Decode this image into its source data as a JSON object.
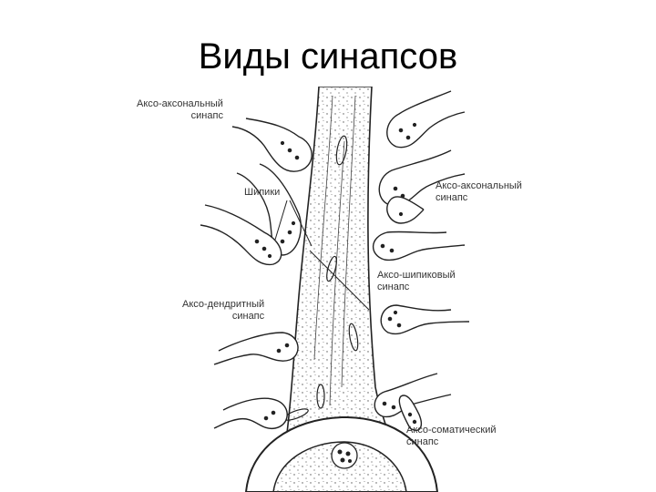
{
  "slide": {
    "title": "Виды синапсов"
  },
  "labels": {
    "axo_axonal_left": {
      "line1": "Аксо-аксональный",
      "line2": "синапс"
    },
    "axo_axonal_right": {
      "line1": "Аксо-аксональный",
      "line2": "синапс"
    },
    "spines": {
      "line1": "Шипики"
    },
    "axo_spine": {
      "line1": "Аксо-шипиковый",
      "line2": "синапс"
    },
    "axo_dendritic": {
      "line1": "Аксо-дендритный",
      "line2": "синапс"
    },
    "axo_somatic": {
      "line1": "Аксо-соматический",
      "line2": "синапс"
    }
  },
  "colors": {
    "ink": "#222222",
    "label": "#333333",
    "background": "#ffffff"
  }
}
